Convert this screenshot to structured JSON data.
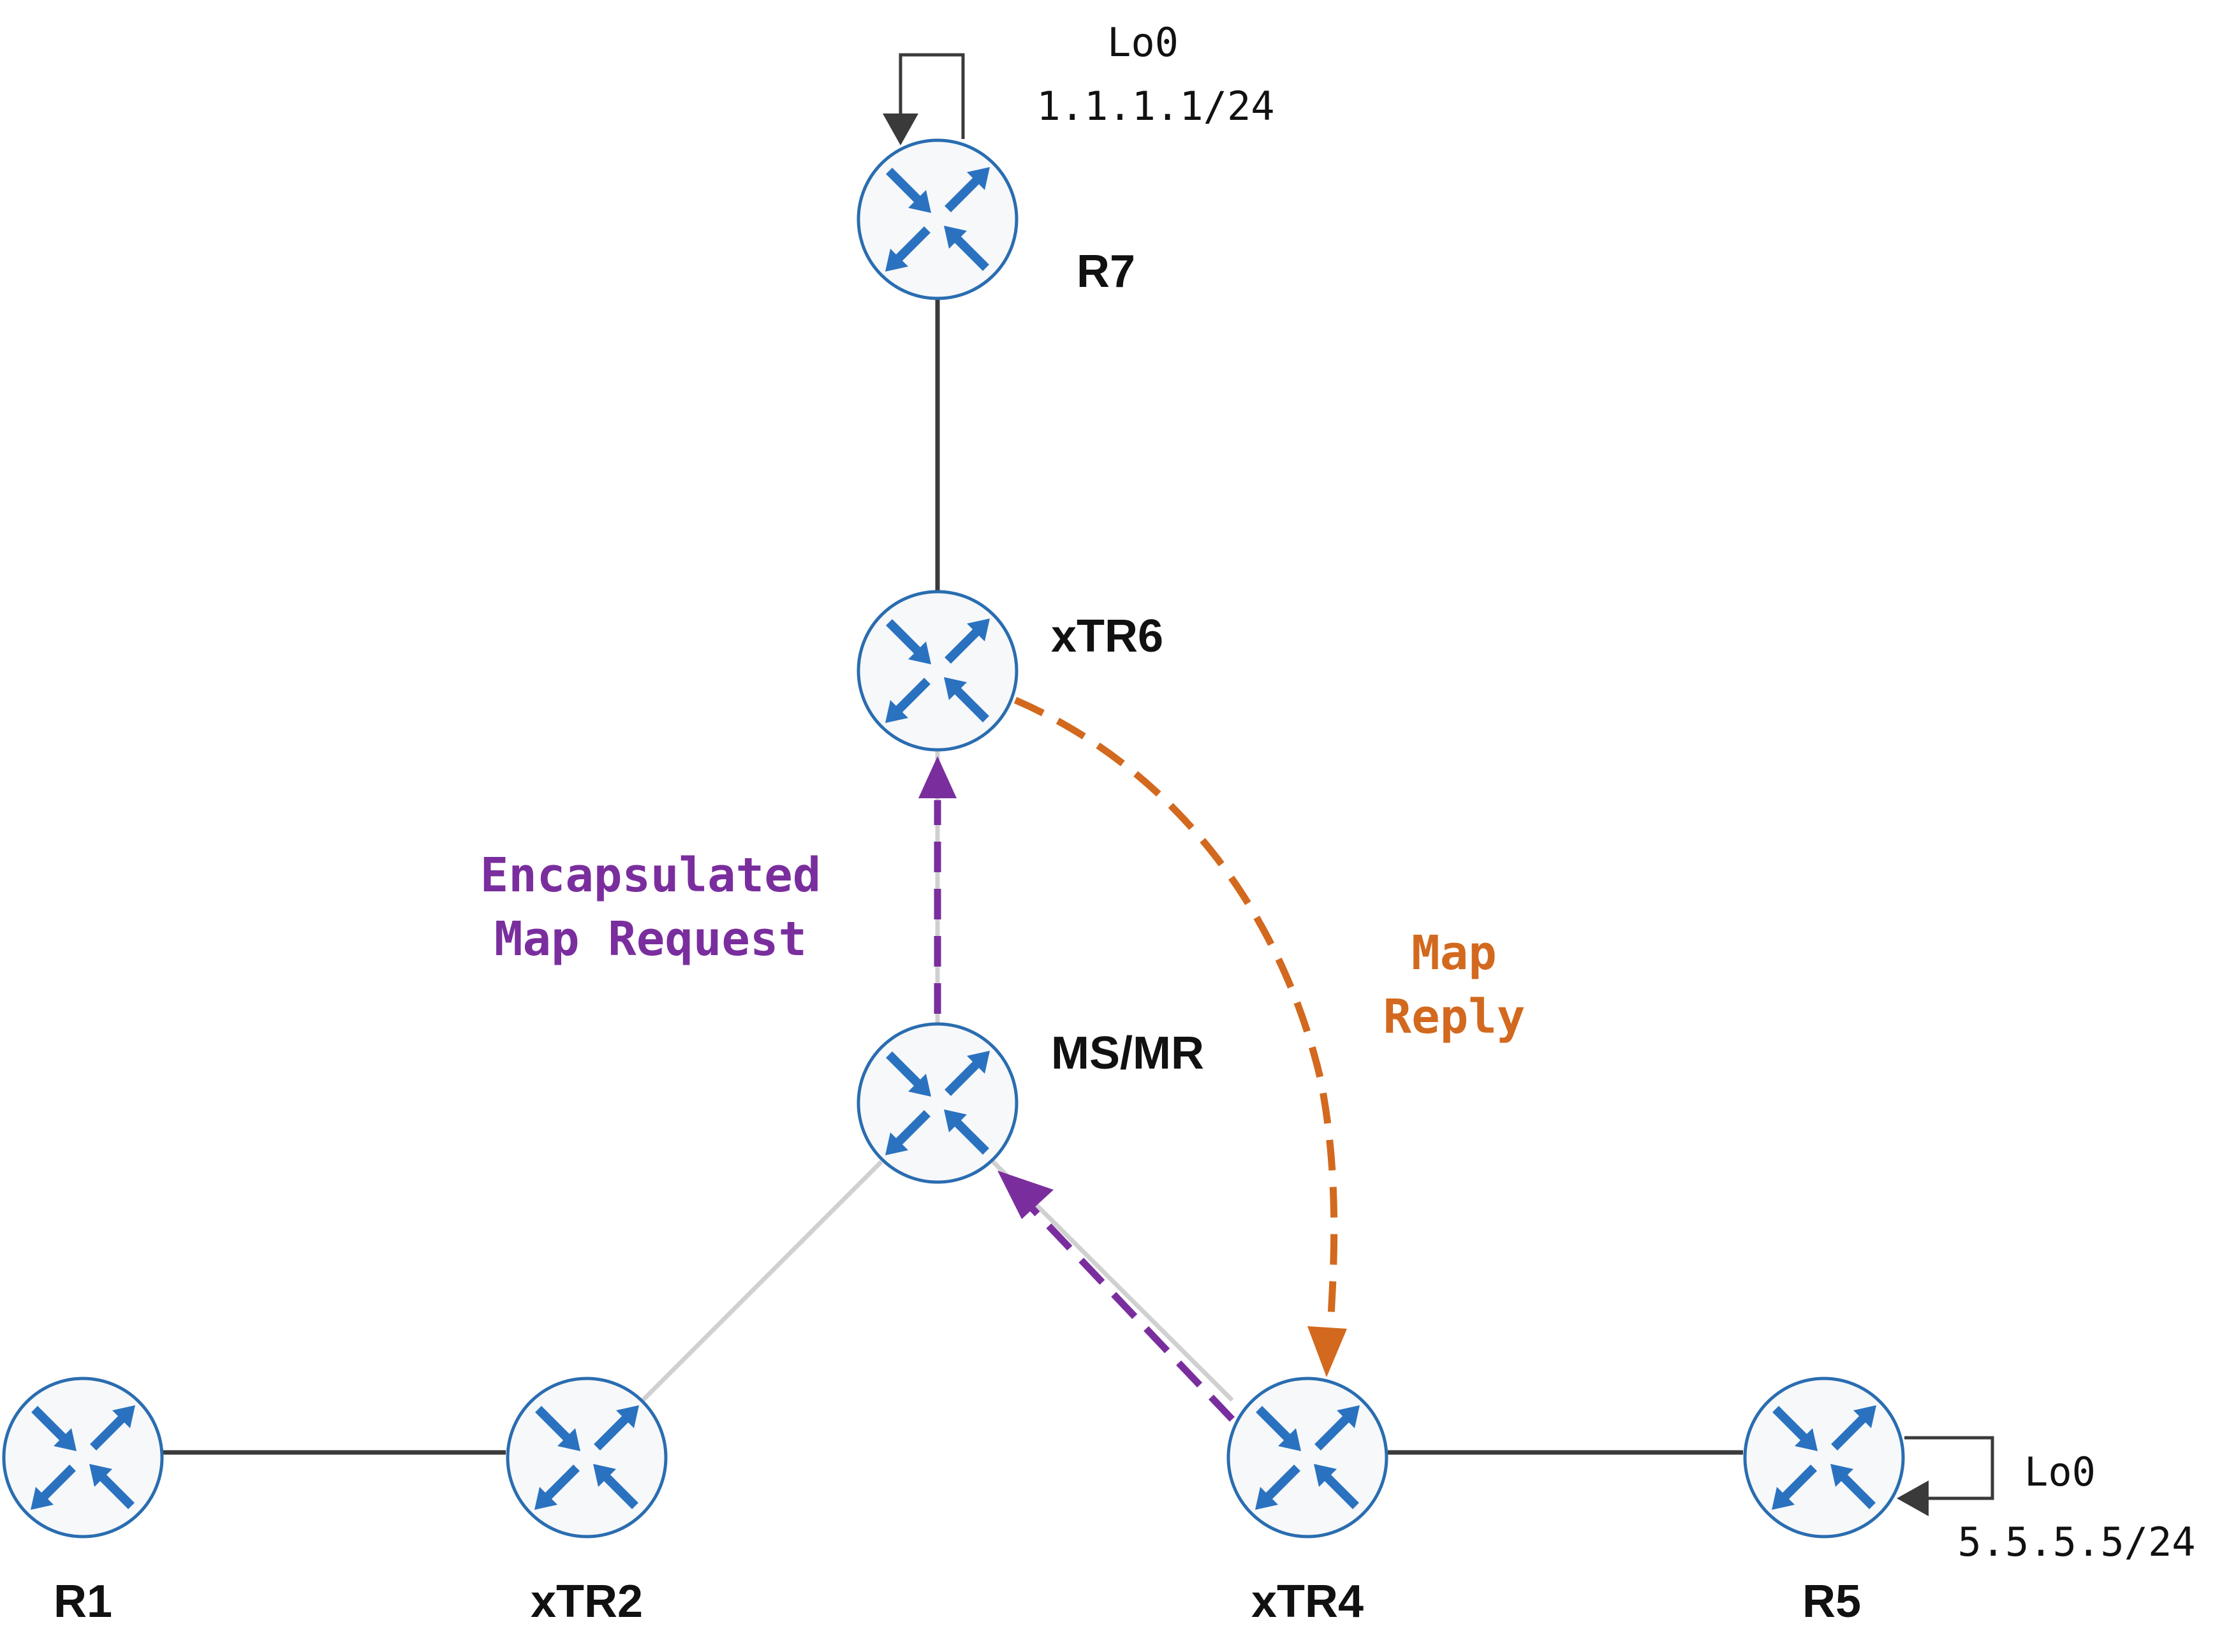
{
  "colors": {
    "link": "#3a3a3a",
    "management_link": "#d0d0d0",
    "router_fill": "#f7f8fa",
    "router_stroke": "#2a6db0",
    "router_arrow": "#2a72c0",
    "request": "#7a2e9e",
    "reply": "#d2691e"
  },
  "routers": [
    {
      "id": "R7",
      "label": "R7"
    },
    {
      "id": "xTR6",
      "label": "xTR6"
    },
    {
      "id": "MSMR",
      "label": "MS/MR"
    },
    {
      "id": "R1",
      "label": "R1"
    },
    {
      "id": "xTR2",
      "label": "xTR2"
    },
    {
      "id": "xTR4",
      "label": "xTR4"
    },
    {
      "id": "R5",
      "label": "R5"
    }
  ],
  "loopbacks": {
    "r7": {
      "name": "Lo0",
      "address": "1.1.1.1/24"
    },
    "r5": {
      "name": "Lo0",
      "address": "5.5.5.5/24"
    }
  },
  "flows": {
    "map_request": {
      "line1": "Encapsulated",
      "line2": "Map Request"
    },
    "map_reply": {
      "line1": "Map",
      "line2": "Reply"
    }
  },
  "icon": "router-icon"
}
